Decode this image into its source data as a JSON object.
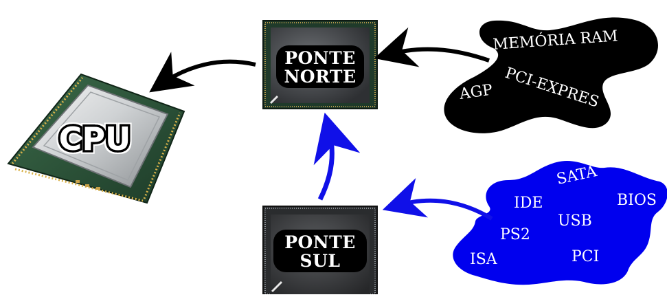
{
  "cpu": {
    "label": "CPU"
  },
  "north_bridge": {
    "line1": "PONTE",
    "line2": "NORTE"
  },
  "south_bridge": {
    "line1": "PONTE",
    "line2": "SUL"
  },
  "north_cloud": {
    "color": "#000000",
    "items": {
      "memoria_ram": "MEMÓRIA RAM",
      "pci_express": "PCI-EXPRES",
      "agp": "AGP"
    }
  },
  "south_cloud": {
    "color": "#0000ee",
    "items": {
      "sata": "SATA",
      "bios": "BIOS",
      "ide": "IDE",
      "usb": "USB",
      "ps2": "PS2",
      "isa": "ISA",
      "pci": "PCI"
    }
  },
  "colors": {
    "north_arrows": "#000000",
    "south_arrows": "#1010e8"
  }
}
